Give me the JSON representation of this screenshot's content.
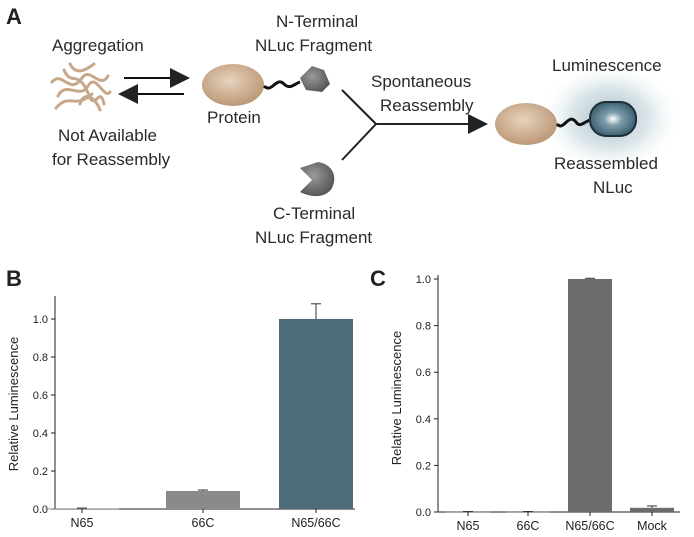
{
  "panel_a": {
    "label": "A",
    "aggregation": "Aggregation",
    "not_available_1": "Not Available",
    "not_available_2": "for Reassembly",
    "protein": "Protein",
    "n_terminal_1": "N-Terminal",
    "n_terminal_2": "NLuc Fragment",
    "c_terminal_1": "C-Terminal",
    "c_terminal_2": "NLuc Fragment",
    "spontaneous_1": "Spontaneous",
    "spontaneous_2": "Reassembly",
    "luminescence": "Luminescence",
    "reassembled_1": "Reassembled",
    "reassembled_2": "NLuc",
    "colors": {
      "protein": "#c9a98a",
      "fragment": "#6e6e6e",
      "nluc": "#3d6473",
      "glow": "#b8cdd4"
    }
  },
  "chart_data": [
    {
      "panel": "B",
      "type": "bar",
      "categories": [
        "N65",
        "66C",
        "N65/66C"
      ],
      "values": [
        0.003,
        0.095,
        1.0
      ],
      "errors": [
        0.002,
        0.005,
        0.08
      ],
      "colors": [
        "#8a8a8a",
        "#8a8a8a",
        "#4d6b78"
      ],
      "ylabel": "Relative Luminescence",
      "ylim": [
        0,
        1.1
      ],
      "yticks": [
        "0.0",
        "0.2",
        "0.4",
        "0.6",
        "0.8",
        "1.0"
      ],
      "grid": false
    },
    {
      "panel": "C",
      "type": "bar",
      "categories": [
        "N65",
        "66C",
        "N65/66C",
        "Mock"
      ],
      "values": [
        0.001,
        0.001,
        1.0,
        0.018
      ],
      "errors": [
        0.001,
        0.001,
        0.003,
        0.008
      ],
      "colors": [
        "#6b6b6b",
        "#6b6b6b",
        "#6b6b6b",
        "#6b6b6b"
      ],
      "ylabel": "Relative Luminescence",
      "ylim": [
        0,
        1.0
      ],
      "yticks": [
        "0.0",
        "0.2",
        "0.4",
        "0.6",
        "0.8",
        "1.0"
      ],
      "grid": false
    }
  ]
}
